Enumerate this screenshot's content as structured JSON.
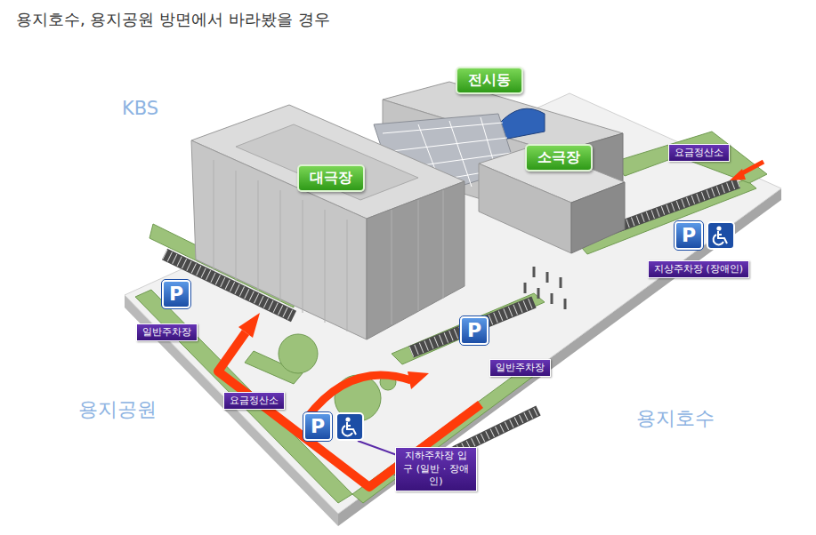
{
  "diagram": {
    "title": "용지호수, 용지공원 방면에서 바라봤을 경우",
    "nodes": [
      {
        "text": [
          "전시동"
        ]
      },
      {
        "text": [
          "소극장"
        ]
      },
      {
        "text": [
          "요금정산소"
        ]
      },
      {
        "text": [
          "대극장"
        ]
      },
      {
        "text": [
          "P"
        ]
      },
      {
        "text": [
          "지상주차장 (장애인)"
        ]
      },
      {
        "text": [
          "P"
        ]
      },
      {
        "text": [
          "P"
        ]
      },
      {
        "text": [
          "일반주차장"
        ]
      },
      {
        "text": [
          "일반주차장"
        ]
      },
      {
        "text": [
          "요금정산소"
        ]
      },
      {
        "text": [
          "P"
        ]
      },
      {
        "text": [
          "지하주차장 입구 (일반 · 장애인)"
        ]
      }
    ],
    "labels": [
      "KBS",
      "용지공원",
      "용지호수"
    ]
  }
}
